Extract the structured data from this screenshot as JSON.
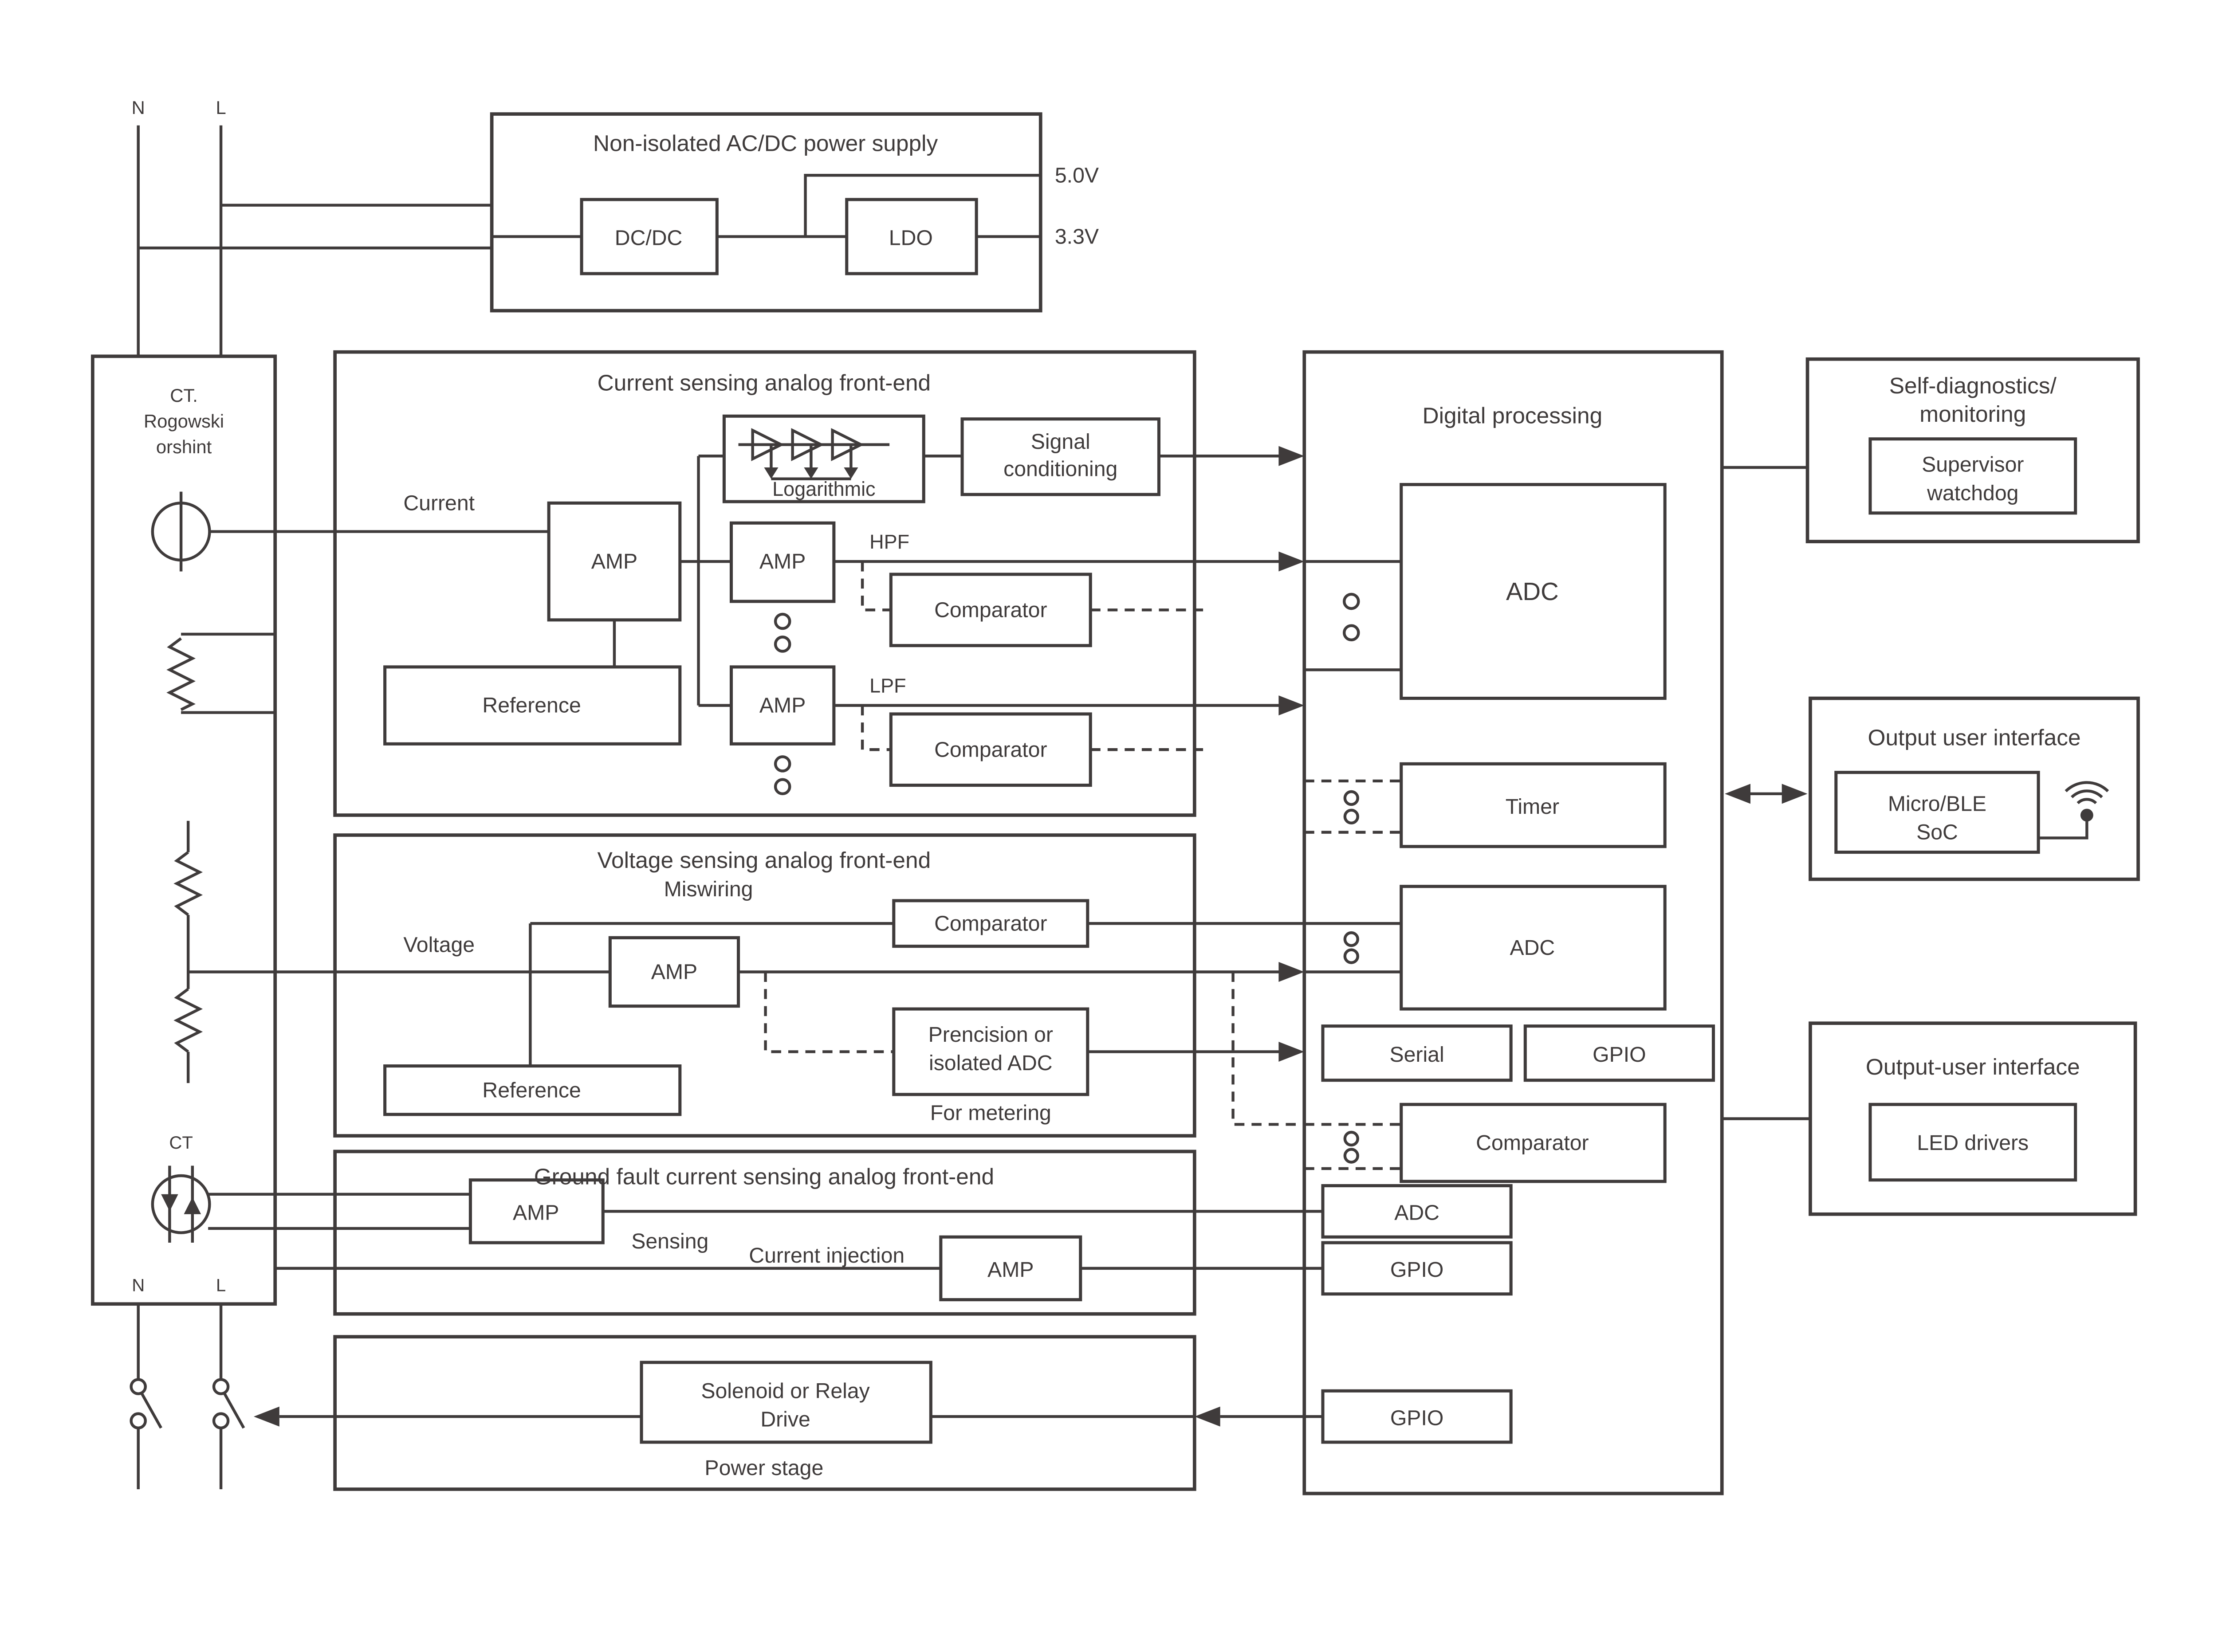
{
  "colors": {
    "ink": "#3f3b3b",
    "bg": "#ffffff"
  },
  "mains": {
    "n": "N",
    "l": "L"
  },
  "power_supply": {
    "title": "Non-isolated AC/DC power supply",
    "dcdc": "DC/DC",
    "ldo": "LDO",
    "v5": "5.0V",
    "v3": "3.3V"
  },
  "sensor_column": {
    "title_l1": "CT.",
    "title_l2": "Rogowski",
    "title_l3": "orshint",
    "ct": "CT",
    "n": "N",
    "l": "L"
  },
  "current_afe": {
    "title": "Current sensing analog front-end",
    "input": "Current",
    "amp": "AMP",
    "logarithmic": "Logarithmic",
    "signal_l1": "Signal",
    "signal_l2": "conditioning",
    "amp_hpf": "AMP",
    "hpf": "HPF",
    "comparator_hpf": "Comparator",
    "amp_lpf": "AMP",
    "lpf": "LPF",
    "comparator_lpf": "Comparator",
    "reference": "Reference"
  },
  "voltage_afe": {
    "title": "Voltage sensing analog front-end",
    "miswiring": "Miswiring",
    "input": "Voltage",
    "amp": "AMP",
    "comparator": "Comparator",
    "adc_l1": "Prencision or",
    "adc_l2": "isolated ADC",
    "for_metering": "For metering",
    "reference": "Reference"
  },
  "ground_fault_afe": {
    "title": "Ground fault current sensing analog front-end",
    "amp_sense": "AMP",
    "sensing": "Sensing",
    "current_injection": "Current injection",
    "amp_inject": "AMP"
  },
  "power_stage": {
    "solenoid_l1": "Solenoid or Relay",
    "solenoid_l2": "Drive",
    "label": "Power stage"
  },
  "digital": {
    "title": "Digital processing",
    "adc1": "ADC",
    "timer": "Timer",
    "adc2": "ADC",
    "serial": "Serial",
    "gpio1": "GPIO",
    "comparator": "Comparator",
    "adc3": "ADC",
    "gpio2": "GPIO",
    "gpio3": "GPIO"
  },
  "diagnostics": {
    "title_l1": "Self-diagnostics/",
    "title_l2": "monitoring",
    "watchdog_l1": "Supervisor",
    "watchdog_l2": "watchdog"
  },
  "output_ui": {
    "title": "Output user interface",
    "soc_l1": "Micro/BLE",
    "soc_l2": "SoC"
  },
  "output_user_ui": {
    "title": "Output-user interface",
    "led": "LED drivers"
  }
}
